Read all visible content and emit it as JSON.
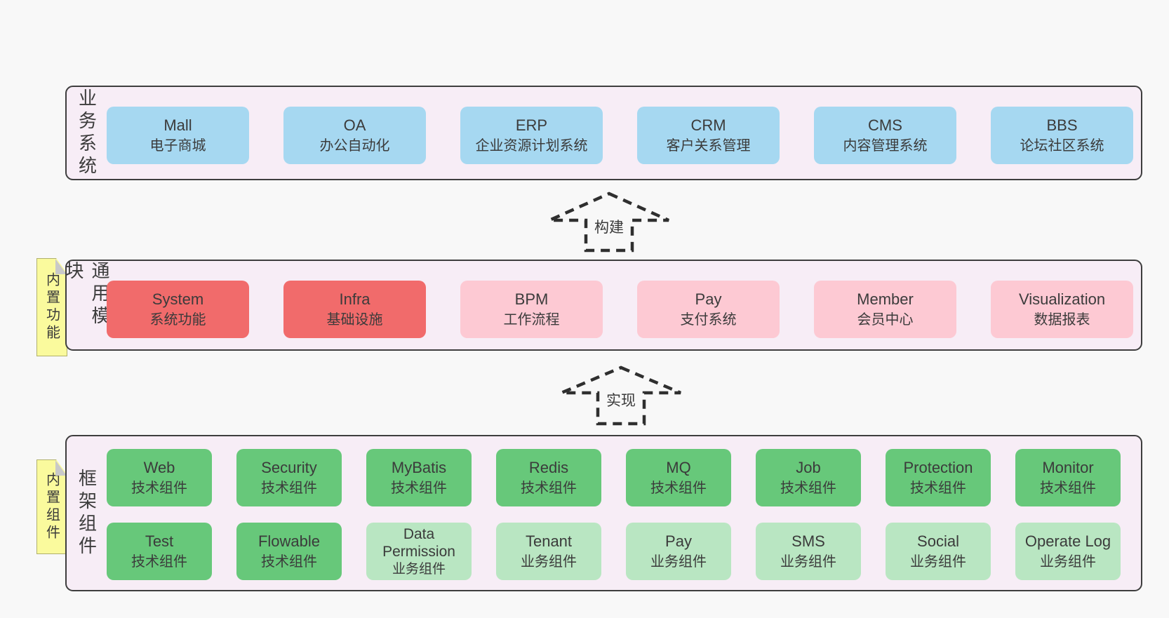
{
  "colors": {
    "page-bg": "#f8f8f8",
    "panel-bg": "#f7edf6",
    "panel-border": "#3e3e3e",
    "blue": "#a6d8f1",
    "red": "#f16b6b",
    "pink": "#fdc9d3",
    "green": "#67c87a",
    "light-green": "#b9e6c2",
    "sticky-yellow": "#fafa9d",
    "sticky-fold": "#c9c9c9",
    "text": "#3a3a3a",
    "arrow": "#2f2f2f"
  },
  "sections": {
    "business": {
      "label": "业务系统",
      "items": [
        {
          "name": "Mall",
          "desc": "电子商城"
        },
        {
          "name": "OA",
          "desc": "办公自动化"
        },
        {
          "name": "ERP",
          "desc": "企业资源计划系统"
        },
        {
          "name": "CRM",
          "desc": "客户关系管理"
        },
        {
          "name": "CMS",
          "desc": "内容管理系统"
        },
        {
          "name": "BBS",
          "desc": "论坛社区系统"
        }
      ]
    },
    "modules": {
      "label": "通用模块",
      "sticky": "内置功能",
      "items": [
        {
          "name": "System",
          "desc": "系统功能"
        },
        {
          "name": "Infra",
          "desc": "基础设施"
        },
        {
          "name": "BPM",
          "desc": "工作流程"
        },
        {
          "name": "Pay",
          "desc": "支付系统"
        },
        {
          "name": "Member",
          "desc": "会员中心"
        },
        {
          "name": "Visualization",
          "desc": "数据报表"
        }
      ]
    },
    "framework": {
      "label": "框架组件",
      "sticky": "内置组件",
      "rows": [
        [
          {
            "name": "Web",
            "desc": "技术组件"
          },
          {
            "name": "Security",
            "desc": "技术组件"
          },
          {
            "name": "MyBatis",
            "desc": "技术组件"
          },
          {
            "name": "Redis",
            "desc": "技术组件"
          },
          {
            "name": "MQ",
            "desc": "技术组件"
          },
          {
            "name": "Job",
            "desc": "技术组件"
          },
          {
            "name": "Protection",
            "desc": "技术组件"
          },
          {
            "name": "Monitor",
            "desc": "技术组件"
          }
        ],
        [
          {
            "name": "Test",
            "desc": "技术组件"
          },
          {
            "name": "Flowable",
            "desc": "技术组件"
          },
          {
            "name": "Data Permission",
            "desc": "业务组件"
          },
          {
            "name": "Tenant",
            "desc": "业务组件"
          },
          {
            "name": "Pay",
            "desc": "业务组件"
          },
          {
            "name": "SMS",
            "desc": "业务组件"
          },
          {
            "name": "Social",
            "desc": "业务组件"
          },
          {
            "name": "Operate Log",
            "desc": "业务组件"
          }
        ]
      ]
    }
  },
  "arrows": [
    {
      "label": "构建"
    },
    {
      "label": "实现"
    }
  ]
}
